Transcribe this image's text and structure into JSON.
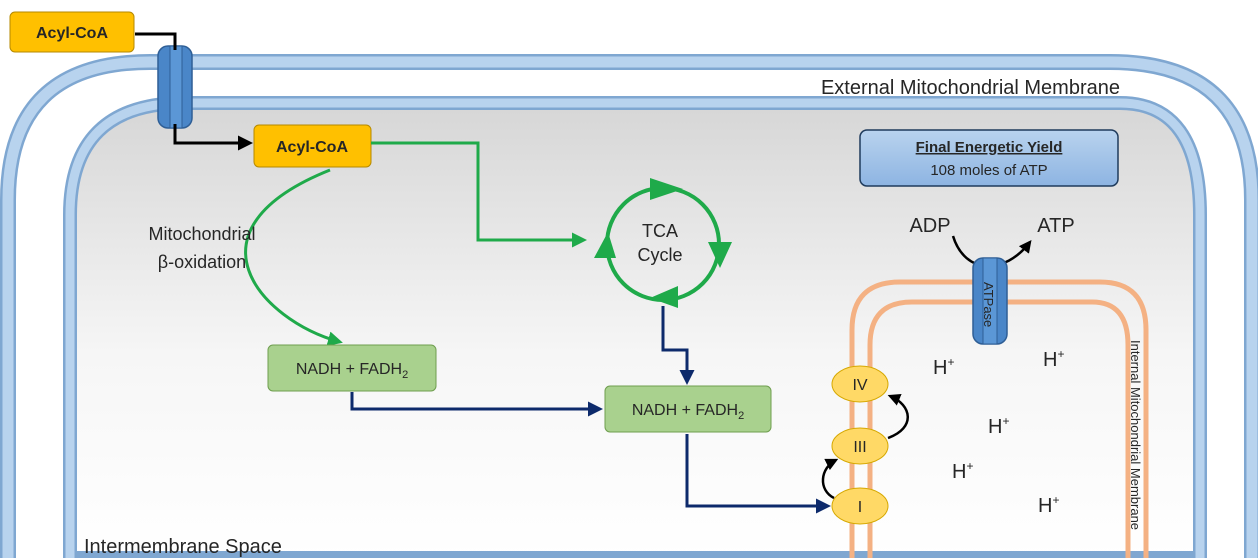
{
  "labels": {
    "acyl_coa_outside": "Acyl-CoA",
    "acyl_coa_inside": "Acyl-CoA",
    "external_membrane": "External Mitochondrial Membrane",
    "internal_membrane": "Internal Mitochondrial Membrane",
    "intermembrane_space": "Intermembrane Space",
    "beta_oxidation_line1": "Mitochondrial",
    "beta_oxidation_line2": "β-oxidation",
    "tca_line1": "TCA",
    "tca_line2": "Cycle",
    "nadh_fadh2_left": "NADH + FADH",
    "nadh_fadh2_left_sub": "2",
    "nadh_fadh2_right": "NADH + FADH",
    "nadh_fadh2_right_sub": "2",
    "yield_title": "Final Energetic Yield",
    "yield_value": "108 moles of ATP",
    "adp": "ADP",
    "atp": "ATP",
    "atpase": "ATPase",
    "complex_iv": "IV",
    "complex_iii": "III",
    "complex_i": "I",
    "proton": "H",
    "proton_sup": "+"
  },
  "colors": {
    "membrane_blue": "#9dc3e6",
    "membrane_outline": "#7fa7d1",
    "acyl_coa_fill": "#ffc000",
    "green_arrow": "#1faa4a",
    "navy_arrow": "#0d2a6b",
    "box_green": "#a9d18e",
    "complex_yellow": "#ffd966",
    "inner_membrane_orange": "#f4b183",
    "channel_blue": "#4a86c8"
  }
}
